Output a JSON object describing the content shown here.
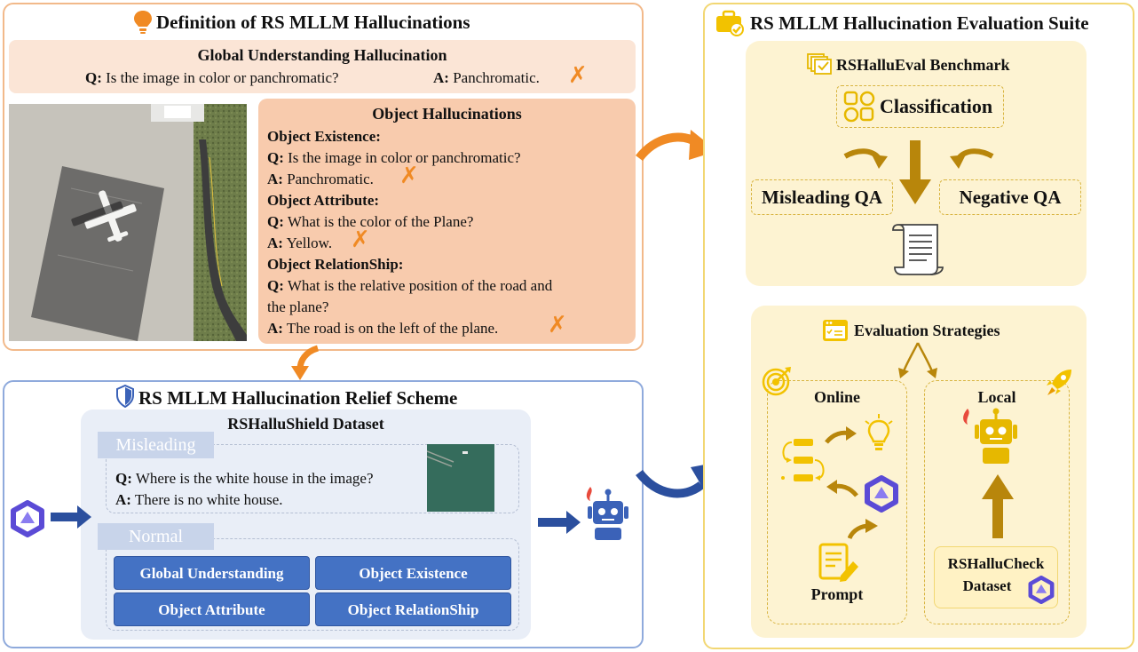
{
  "definition": {
    "title": "Definition of RS MLLM Hallucinations",
    "global": {
      "heading": "Global Understanding Hallucination",
      "q_prefix": "Q:",
      "q_text": "Is the image in color or panchromatic?",
      "a_prefix": "A:",
      "a_text": "Panchromatic.",
      "mark": "✗"
    },
    "object": {
      "heading": "Object Hallucinations",
      "existence": {
        "label": "Object Existence:",
        "q_prefix": "Q:",
        "q_text": "Is the image in color or panchromatic?",
        "a_prefix": "A:",
        "a_text": "Panchromatic.",
        "mark": "✗"
      },
      "attribute": {
        "label": "Object Attribute:",
        "q_prefix": "Q:",
        "q_text": "What is the color of the Plane?",
        "a_prefix": "A:",
        "a_text": "Yellow.",
        "mark": "✗"
      },
      "relationship": {
        "label": "Object RelationShip:",
        "q_prefix": "Q:",
        "q_line1": "What is the relative position of the road and",
        "q_line2": "the plane?",
        "a_prefix": "A:",
        "a_text": "The road is on the left of the plane.",
        "mark": "✗"
      }
    }
  },
  "relief": {
    "title": "RS MLLM Hallucination Relief Scheme",
    "dataset_title": "RSHalluShield Dataset",
    "misleading": {
      "tab": "Misleading",
      "q_prefix": "Q:",
      "q_text": "Where is the white house in the image?",
      "a_prefix": "A:",
      "a_text": "There is no white house."
    },
    "normal": {
      "tab": "Normal",
      "categories": [
        "Global Understanding",
        "Object Existence",
        "Object Attribute",
        "Object RelationShip"
      ]
    }
  },
  "suite": {
    "title": "RS MLLM Hallucination Evaluation Suite",
    "benchmark": {
      "title": "RSHalluEval Benchmark",
      "classification": "Classification",
      "misleading_qa": "Misleading QA",
      "negative_qa": "Negative QA"
    },
    "strategies": {
      "title": "Evaluation Strategies",
      "online": "Online",
      "local": "Local",
      "prompt": "Prompt",
      "check_line1": "RSHalluCheck",
      "check_line2": "Dataset"
    }
  },
  "colors": {
    "orange": "#f08a24",
    "blue": "#4472c4",
    "gold": "#e6c64a",
    "arrow_gold": "#b8860b",
    "arrow_navy": "#2b4f9e"
  }
}
